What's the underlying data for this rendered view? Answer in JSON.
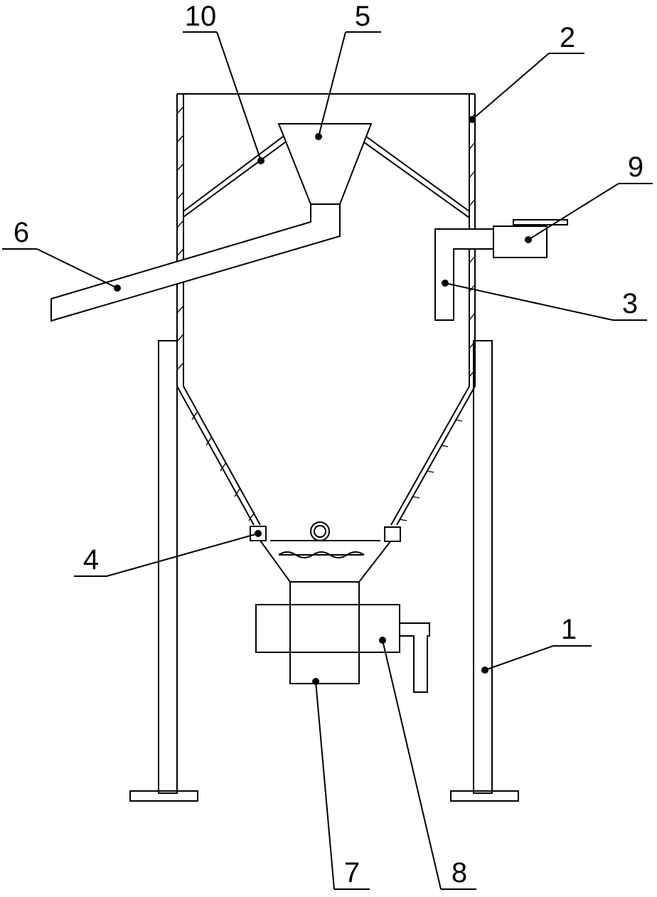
{
  "labels": [
    "1",
    "2",
    "3",
    "4",
    "5",
    "6",
    "7",
    "8",
    "9",
    "10"
  ],
  "colors": {
    "line": "#000000",
    "background": "#ffffff"
  }
}
